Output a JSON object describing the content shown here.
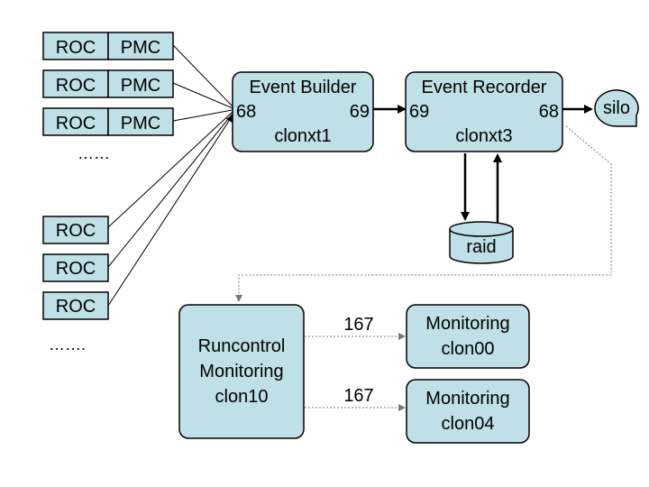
{
  "colors": {
    "box_fill": "#bfe0e6",
    "stroke": "#000000",
    "dotted_stroke": "#777777"
  },
  "roc_pmc_rows": [
    {
      "roc": "ROC",
      "pmc": "PMC"
    },
    {
      "roc": "ROC",
      "pmc": "PMC"
    },
    {
      "roc": "ROC",
      "pmc": "PMC"
    }
  ],
  "roc_pmc_ellipsis": "……",
  "roc_rows": [
    "ROC",
    "ROC",
    "ROC"
  ],
  "roc_ellipsis": "…….",
  "event_builder": {
    "title": "Event Builder",
    "port_in": "68",
    "port_out": "69",
    "host": "clonxt1"
  },
  "event_recorder": {
    "title": "Event Recorder",
    "port_in": "69",
    "port_out": "68",
    "host": "clonxt3"
  },
  "silo": "silo",
  "raid": "raid",
  "runcontrol": {
    "line1": "Runcontrol",
    "line2": "Monitoring",
    "line3": "clon10"
  },
  "monitor_links": [
    {
      "port": "167",
      "title": "Monitoring",
      "host": "clon00"
    },
    {
      "port": "167",
      "title": "Monitoring",
      "host": "clon04"
    }
  ]
}
